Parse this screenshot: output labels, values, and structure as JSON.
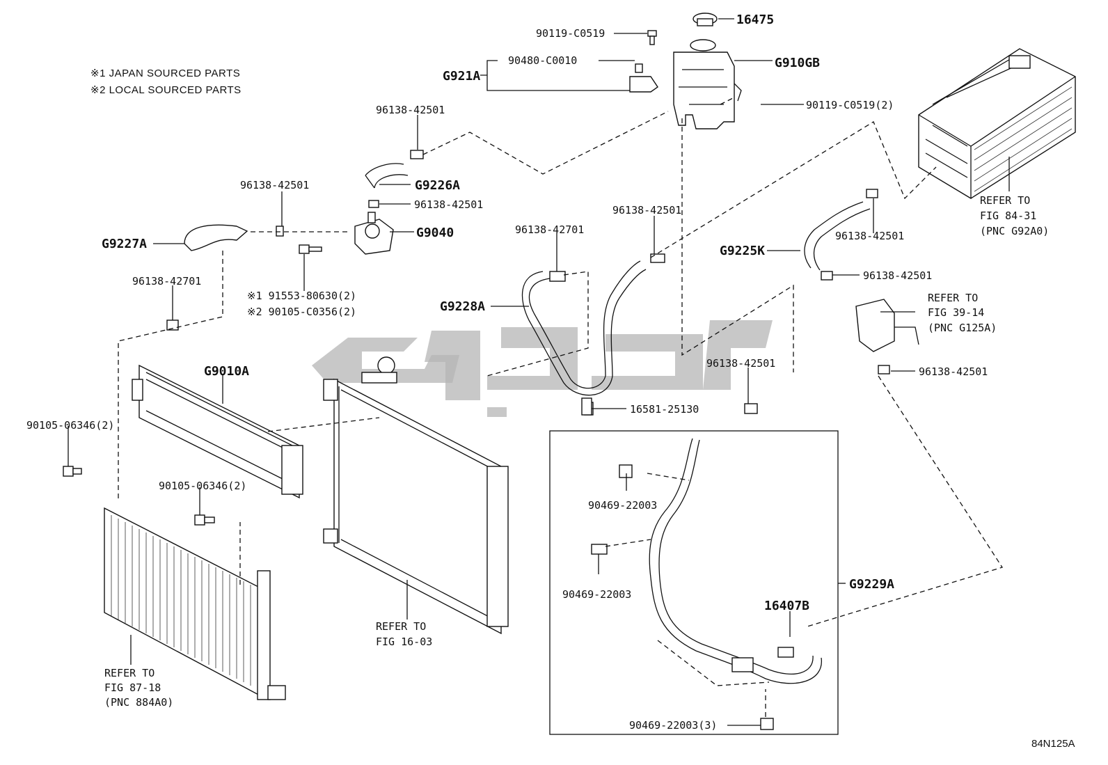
{
  "notes": [
    "※1 JAPAN SOURCED PARTS",
    "※2 LOCAL SOURCED PARTS"
  ],
  "diagram_code": "84N125A",
  "part_labels": {
    "p16475": "16475",
    "p90119_c0519_top": "90119-C0519",
    "p90480": "90480-C0010",
    "g921a": "G921A",
    "g910gb": "G910GB",
    "p90119_c0519_2": "90119-C0519(2)",
    "p96138_42501_a": "96138-42501",
    "g9226a": "G9226A",
    "p96138_42501_b": "96138-42501",
    "p96138_42501_c": "96138-42501",
    "g9040": "G9040",
    "g9227a": "G9227A",
    "p96138_42701_a": "96138-42701",
    "p91553": "※1 91553-80630(2)",
    "p90105_c0356": "※2 90105-C0356(2)",
    "p96138_42501_d": "96138-42501",
    "p96138_42701_b": "96138-42701",
    "g9228a": "G9228A",
    "g9225k": "G9225K",
    "p96138_42501_e": "96138-42501",
    "p96138_42501_f": "96138-42501",
    "p96138_42501_g": "96138-42501",
    "p96138_42501_h": "96138-42501",
    "g9010a": "G9010A",
    "p90105_06346_a": "90105-06346(2)",
    "p90105_06346_b": "90105-06346(2)",
    "p16581": "16581-25130",
    "p90469_a": "90469-22003",
    "p90469_b": "90469-22003",
    "p90469_c": "90469-22003(3)",
    "p16407b": "16407B",
    "g9229a": "G9229A"
  },
  "references": {
    "ref_84_31": [
      "REFER TO",
      "FIG 84-31",
      "(PNC G92A0)"
    ],
    "ref_39_14": [
      "REFER TO",
      "FIG 39-14",
      "(PNC G125A)"
    ],
    "ref_16_03": [
      "REFER TO",
      "FIG 16-03"
    ],
    "ref_87_18": [
      "REFER TO",
      "FIG 87-18",
      "(PNC 884A0)"
    ]
  }
}
